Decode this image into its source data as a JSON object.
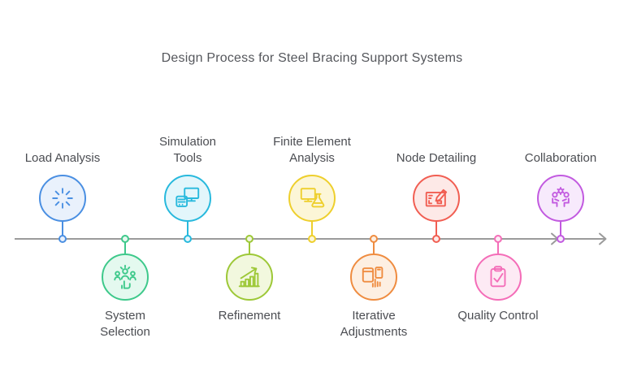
{
  "title": "Design Process for Steel Bracing Support Systems",
  "timeline": {
    "color": "#9b9b9b",
    "direction": "left-to-right"
  },
  "steps": [
    {
      "label": "Load Analysis",
      "icon": "gauge-icon",
      "color": "#4a8fe2",
      "fill": "#e9f1fc",
      "position": "above"
    },
    {
      "label": "System\nSelection",
      "icon": "team-choice-icon",
      "color": "#3ec98b",
      "fill": "#e4f9ef",
      "position": "below"
    },
    {
      "label": "Simulation\nTools",
      "icon": "computer-devices-icon",
      "color": "#28b9dd",
      "fill": "#e3f6fb",
      "position": "above"
    },
    {
      "label": "Refinement",
      "icon": "growth-chart-icon",
      "color": "#9dc837",
      "fill": "#f2f8de",
      "position": "below"
    },
    {
      "label": "Finite Element\nAnalysis",
      "icon": "monitor-flask-icon",
      "color": "#eecf2d",
      "fill": "#fcf6d7",
      "position": "above"
    },
    {
      "label": "Iterative\nAdjustments",
      "icon": "devices-tap-icon",
      "color": "#ef8c40",
      "fill": "#fdefe2",
      "position": "below"
    },
    {
      "label": "Node Detailing",
      "icon": "blueprint-pencil-icon",
      "color": "#f15e52",
      "fill": "#fde9e7",
      "position": "above"
    },
    {
      "label": "Quality Control",
      "icon": "clipboard-check-icon",
      "color": "#f46db8",
      "fill": "#fdeaf4",
      "position": "below"
    },
    {
      "label": "Collaboration",
      "icon": "people-gear-icon",
      "color": "#c25ae0",
      "fill": "#f7eafc",
      "position": "above"
    }
  ]
}
